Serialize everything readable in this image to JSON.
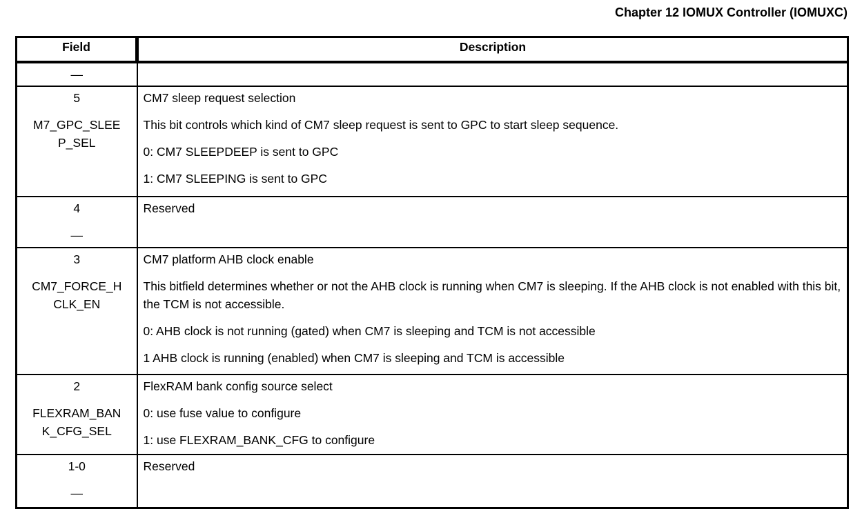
{
  "page_header": {
    "chapter_title": "Chapter 12 IOMUX Controller (IOMUXC)"
  },
  "table": {
    "field_header": "Field",
    "description_header": "Description",
    "rows": [
      {
        "bits": "—",
        "name": "",
        "description": []
      },
      {
        "bits": "5",
        "name": "M7_GPC_SLEEP_SEL",
        "description": [
          "CM7 sleep request selection",
          "This bit controls which kind of CM7 sleep request is sent to GPC to start sleep sequence.",
          "0: CM7 SLEEPDEEP is sent to GPC",
          "1: CM7 SLEEPING is sent to GPC"
        ]
      },
      {
        "bits": "4",
        "name": "—",
        "description": [
          "Reserved"
        ]
      },
      {
        "bits": "3",
        "name": "CM7_FORCE_HCLK_EN",
        "description": [
          "CM7 platform AHB clock enable",
          "This bitfield determines whether or not the AHB clock is running when CM7 is sleeping. If the AHB clock is not enabled with this bit, the TCM is not accessible.",
          "0: AHB clock is not running (gated) when CM7 is sleeping and TCM is not accessible",
          "1 AHB clock is running (enabled) when CM7 is sleeping and TCM is accessible"
        ]
      },
      {
        "bits": "2",
        "name": "FLEXRAM_BANK_CFG_SEL",
        "description": [
          "FlexRAM bank config source select",
          "0: use fuse value to configure",
          "1: use FLEXRAM_BANK_CFG to configure"
        ]
      },
      {
        "bits": "1-0",
        "name": "—",
        "description": [
          "Reserved"
        ]
      }
    ]
  }
}
